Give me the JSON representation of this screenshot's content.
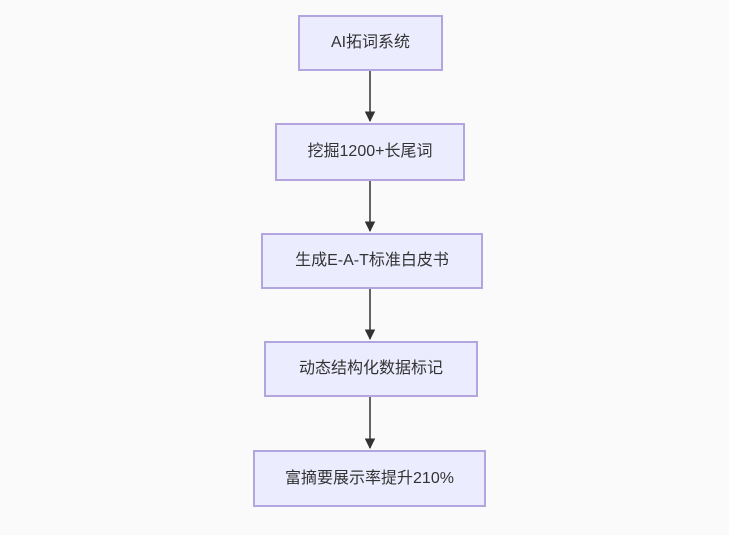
{
  "diagram": {
    "type": "flowchart",
    "direction": "top-down",
    "nodes": [
      {
        "id": "n1",
        "label": "AI拓词系统"
      },
      {
        "id": "n2",
        "label": "挖掘1200+长尾词"
      },
      {
        "id": "n3",
        "label": "生成E-A-T标准白皮书"
      },
      {
        "id": "n4",
        "label": "动态结构化数据标记"
      },
      {
        "id": "n5",
        "label": "富摘要展示率提升210%"
      }
    ],
    "edges": [
      {
        "from": "n1",
        "to": "n2"
      },
      {
        "from": "n2",
        "to": "n3"
      },
      {
        "from": "n3",
        "to": "n4"
      },
      {
        "from": "n4",
        "to": "n5"
      }
    ],
    "colors": {
      "background": "#fafafa",
      "node_fill": "#ececff",
      "node_border": "#b3a5e0",
      "arrow": "#333333",
      "text": "#333333"
    }
  }
}
